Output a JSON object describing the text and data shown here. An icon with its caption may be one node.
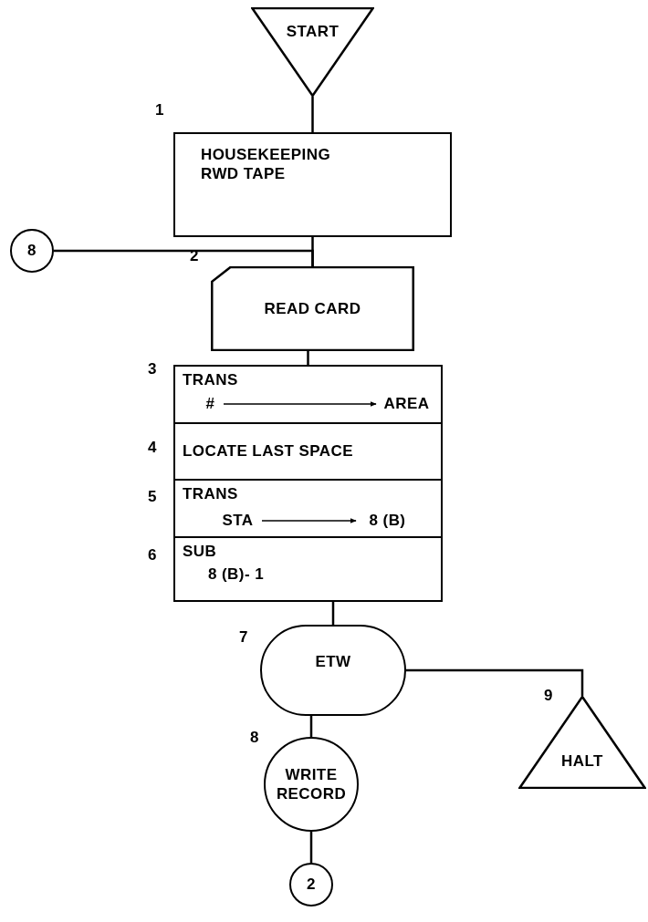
{
  "diagram": {
    "nodes": [
      {
        "text": [
          "START"
        ]
      },
      {
        "text": [
          "HOUSEKEEPING RWD TAPE"
        ],
        "beside": [
          "1"
        ]
      },
      {
        "text": [
          "8"
        ]
      },
      {
        "text": [
          "READ CARD"
        ],
        "beside": [
          "2"
        ]
      },
      {
        "text": [
          "TRANS"
        ],
        "beside": [
          "3"
        ]
      },
      {
        "text": [
          "#"
        ],
        "in": 4
      },
      {
        "text": [
          "AREA"
        ],
        "in": 4
      },
      {
        "text": [
          "LOCATE LAST SPACE"
        ],
        "beside": [
          "4"
        ]
      },
      {
        "text": [
          "TRANS"
        ],
        "beside": [
          "5"
        ]
      },
      {
        "text": [
          "STA"
        ],
        "in": 8
      },
      {
        "text": [
          "8 (B)"
        ],
        "in": 8
      },
      {
        "text": [
          "SUB",
          "8 (B)- 1"
        ],
        "beside": [
          "6"
        ]
      },
      {
        "text": [
          "ETW"
        ],
        "beside": [
          "7"
        ]
      },
      {
        "text": [
          "WRITE RECORD"
        ],
        "beside": [
          "8"
        ]
      },
      {
        "text": [
          "2"
        ]
      },
      {
        "text": [
          "HALT"
        ],
        "beside": [
          "9"
        ]
      }
    ],
    "edges": [
      {
        "from": 0,
        "to": 1,
        "arrow": "none"
      },
      {
        "from": 1,
        "to": 3,
        "arrow": "none"
      },
      {
        "from": 2,
        "to": 3,
        "arrow": "none"
      },
      {
        "from": 3,
        "to": 4,
        "arrow": "none"
      },
      {
        "from": 5,
        "to": 6,
        "arrow": "to"
      },
      {
        "from": 9,
        "to": 10,
        "arrow": "to"
      },
      {
        "from": 11,
        "to": 12,
        "arrow": "none"
      },
      {
        "from": 12,
        "to": 13,
        "arrow": "none"
      },
      {
        "from": 12,
        "to": 15,
        "arrow": "none"
      },
      {
        "from": 13,
        "to": 14,
        "arrow": "none"
      }
    ]
  }
}
